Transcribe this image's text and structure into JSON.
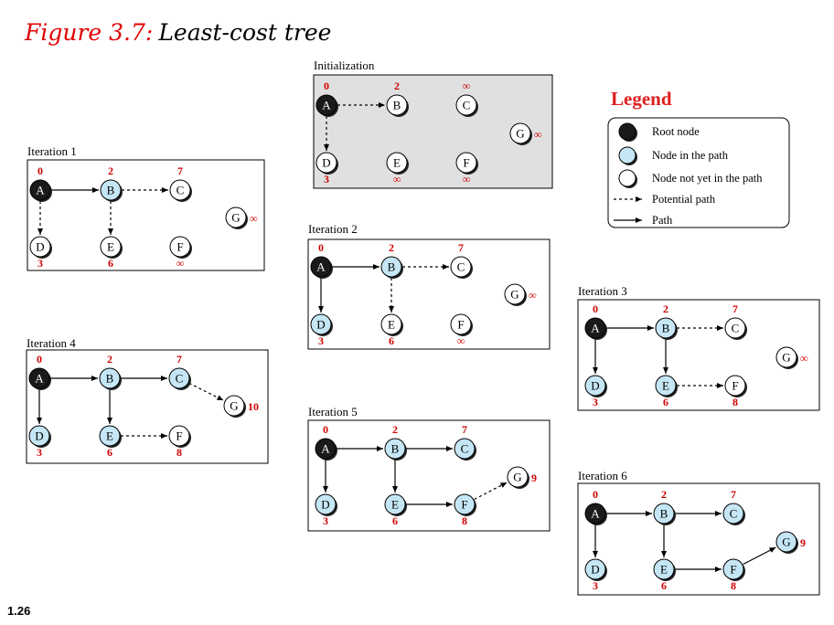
{
  "figure": {
    "number_label": "Figure 3.7:",
    "title": "Least-cost tree"
  },
  "page_number": "1.26",
  "colors": {
    "root": "#1a1a1a",
    "in_path": "#c5e6f5",
    "not_yet": "#ffffff",
    "cost": "#d00000",
    "init_background": "#e0e0e0"
  },
  "legend": {
    "title": "Legend",
    "items": [
      {
        "kind": "root",
        "label": "Root node"
      },
      {
        "kind": "in_path",
        "label": "Node in the path"
      },
      {
        "kind": "not_yet",
        "label": "Node not yet in the path"
      },
      {
        "kind": "potential",
        "label": "Potential path"
      },
      {
        "kind": "path",
        "label": "Path"
      }
    ]
  },
  "panels": [
    {
      "id": "init",
      "label": "Initialization",
      "shaded": true,
      "nodes": {
        "A": {
          "state": "root",
          "cost": "0"
        },
        "B": {
          "state": "not_yet",
          "cost": "2"
        },
        "C": {
          "state": "not_yet",
          "cost": "∞"
        },
        "D": {
          "state": "not_yet",
          "cost": "3"
        },
        "E": {
          "state": "not_yet",
          "cost": "∞"
        },
        "F": {
          "state": "not_yet",
          "cost": "∞"
        },
        "G": {
          "state": "not_yet",
          "cost": "∞"
        }
      },
      "edges": [
        {
          "from": "A",
          "to": "B",
          "type": "potential"
        },
        {
          "from": "A",
          "to": "D",
          "type": "potential"
        }
      ]
    },
    {
      "id": "it1",
      "label": "Iteration 1",
      "shaded": false,
      "nodes": {
        "A": {
          "state": "root",
          "cost": "0"
        },
        "B": {
          "state": "in_path",
          "cost": "2"
        },
        "C": {
          "state": "not_yet",
          "cost": "7"
        },
        "D": {
          "state": "not_yet",
          "cost": "3"
        },
        "E": {
          "state": "not_yet",
          "cost": "6"
        },
        "F": {
          "state": "not_yet",
          "cost": "∞"
        },
        "G": {
          "state": "not_yet",
          "cost": "∞"
        }
      },
      "edges": [
        {
          "from": "A",
          "to": "B",
          "type": "path"
        },
        {
          "from": "B",
          "to": "C",
          "type": "potential"
        },
        {
          "from": "A",
          "to": "D",
          "type": "potential"
        },
        {
          "from": "B",
          "to": "E",
          "type": "potential"
        }
      ]
    },
    {
      "id": "it2",
      "label": "Iteration 2",
      "shaded": false,
      "nodes": {
        "A": {
          "state": "root",
          "cost": "0"
        },
        "B": {
          "state": "in_path",
          "cost": "2"
        },
        "C": {
          "state": "not_yet",
          "cost": "7"
        },
        "D": {
          "state": "in_path",
          "cost": "3"
        },
        "E": {
          "state": "not_yet",
          "cost": "6"
        },
        "F": {
          "state": "not_yet",
          "cost": "∞"
        },
        "G": {
          "state": "not_yet",
          "cost": "∞"
        }
      },
      "edges": [
        {
          "from": "A",
          "to": "B",
          "type": "path"
        },
        {
          "from": "B",
          "to": "C",
          "type": "potential"
        },
        {
          "from": "A",
          "to": "D",
          "type": "path"
        },
        {
          "from": "B",
          "to": "E",
          "type": "potential"
        }
      ]
    },
    {
      "id": "it3",
      "label": "Iteration 3",
      "shaded": false,
      "nodes": {
        "A": {
          "state": "root",
          "cost": "0"
        },
        "B": {
          "state": "in_path",
          "cost": "2"
        },
        "C": {
          "state": "not_yet",
          "cost": "7"
        },
        "D": {
          "state": "in_path",
          "cost": "3"
        },
        "E": {
          "state": "in_path",
          "cost": "6"
        },
        "F": {
          "state": "not_yet",
          "cost": "8"
        },
        "G": {
          "state": "not_yet",
          "cost": "∞"
        }
      },
      "edges": [
        {
          "from": "A",
          "to": "B",
          "type": "path"
        },
        {
          "from": "B",
          "to": "C",
          "type": "potential"
        },
        {
          "from": "A",
          "to": "D",
          "type": "path"
        },
        {
          "from": "B",
          "to": "E",
          "type": "path"
        },
        {
          "from": "E",
          "to": "F",
          "type": "potential"
        }
      ]
    },
    {
      "id": "it4",
      "label": "Iteration 4",
      "shaded": false,
      "nodes": {
        "A": {
          "state": "root",
          "cost": "0"
        },
        "B": {
          "state": "in_path",
          "cost": "2"
        },
        "C": {
          "state": "in_path",
          "cost": "7"
        },
        "D": {
          "state": "in_path",
          "cost": "3"
        },
        "E": {
          "state": "in_path",
          "cost": "6"
        },
        "F": {
          "state": "not_yet",
          "cost": "8"
        },
        "G": {
          "state": "not_yet",
          "cost": "10"
        }
      },
      "edges": [
        {
          "from": "A",
          "to": "B",
          "type": "path"
        },
        {
          "from": "B",
          "to": "C",
          "type": "path"
        },
        {
          "from": "A",
          "to": "D",
          "type": "path"
        },
        {
          "from": "B",
          "to": "E",
          "type": "path"
        },
        {
          "from": "E",
          "to": "F",
          "type": "potential"
        },
        {
          "from": "C",
          "to": "G",
          "type": "potential"
        }
      ]
    },
    {
      "id": "it5",
      "label": "Iteration 5",
      "shaded": false,
      "nodes": {
        "A": {
          "state": "root",
          "cost": "0"
        },
        "B": {
          "state": "in_path",
          "cost": "2"
        },
        "C": {
          "state": "in_path",
          "cost": "7"
        },
        "D": {
          "state": "in_path",
          "cost": "3"
        },
        "E": {
          "state": "in_path",
          "cost": "6"
        },
        "F": {
          "state": "in_path",
          "cost": "8"
        },
        "G": {
          "state": "not_yet",
          "cost": "9"
        }
      },
      "edges": [
        {
          "from": "A",
          "to": "B",
          "type": "path"
        },
        {
          "from": "B",
          "to": "C",
          "type": "path"
        },
        {
          "from": "A",
          "to": "D",
          "type": "path"
        },
        {
          "from": "B",
          "to": "E",
          "type": "path"
        },
        {
          "from": "E",
          "to": "F",
          "type": "path"
        },
        {
          "from": "F",
          "to": "G",
          "type": "potential"
        }
      ]
    },
    {
      "id": "it6",
      "label": "Iteration 6",
      "shaded": false,
      "nodes": {
        "A": {
          "state": "root",
          "cost": "0"
        },
        "B": {
          "state": "in_path",
          "cost": "2"
        },
        "C": {
          "state": "in_path",
          "cost": "7"
        },
        "D": {
          "state": "in_path",
          "cost": "3"
        },
        "E": {
          "state": "in_path",
          "cost": "6"
        },
        "F": {
          "state": "in_path",
          "cost": "8"
        },
        "G": {
          "state": "in_path",
          "cost": "9"
        }
      },
      "edges": [
        {
          "from": "A",
          "to": "B",
          "type": "path"
        },
        {
          "from": "B",
          "to": "C",
          "type": "path"
        },
        {
          "from": "A",
          "to": "D",
          "type": "path"
        },
        {
          "from": "B",
          "to": "E",
          "type": "path"
        },
        {
          "from": "E",
          "to": "F",
          "type": "path"
        },
        {
          "from": "F",
          "to": "G",
          "type": "path"
        }
      ]
    }
  ]
}
